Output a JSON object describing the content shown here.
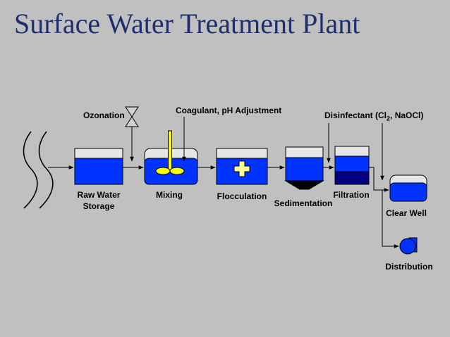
{
  "title": "Surface Water Treatment Plant",
  "labels": {
    "ozonation": "Ozonation",
    "coagulant": "Coagulant, pH Adjustment",
    "disinfectant_prefix": "Disinfectant (Cl",
    "disinfectant_sub": "2",
    "disinfectant_suffix": ", NaOCl)",
    "raw_water_line1": "Raw Water",
    "raw_water_line2": "Storage",
    "mixing": "Mixing",
    "flocculation": "Flocculation",
    "sedimentation": "Sedimentation",
    "filtration": "Filtration",
    "clear_well": "Clear Well",
    "distribution": "Distribution"
  },
  "colors": {
    "background": "#c0c0c0",
    "title": "#1f2f6e",
    "water": "#0033ff",
    "filter_media": "#000080",
    "mixer": "#ffff00",
    "tank_top": "#e6e6e6"
  },
  "icons": [
    "wave-icon",
    "valve-icon",
    "mixer-icon",
    "floc-icon",
    "pump-icon"
  ]
}
